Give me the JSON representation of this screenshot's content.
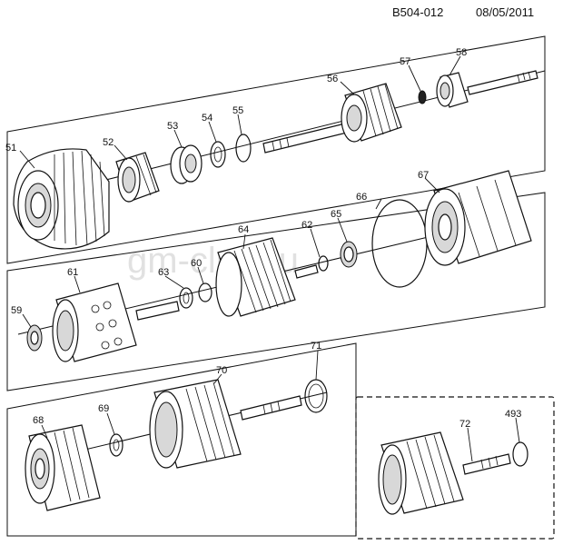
{
  "header": {
    "drawing_id": "B504-012",
    "date": "08/05/2011"
  },
  "watermark": "gm-club.ru",
  "callouts": {
    "p51": "51",
    "p52": "52",
    "p53": "53",
    "p54": "54",
    "p55": "55",
    "p56": "56",
    "p57": "57",
    "p58": "58",
    "p59": "59",
    "p60": "60",
    "p61": "61",
    "p62": "62",
    "p63": "63",
    "p64": "64",
    "p65": "65",
    "p66": "66",
    "p67": "67",
    "p68": "68",
    "p69": "69",
    "p70": "70",
    "p71": "71",
    "p72": "72",
    "p493": "493"
  }
}
